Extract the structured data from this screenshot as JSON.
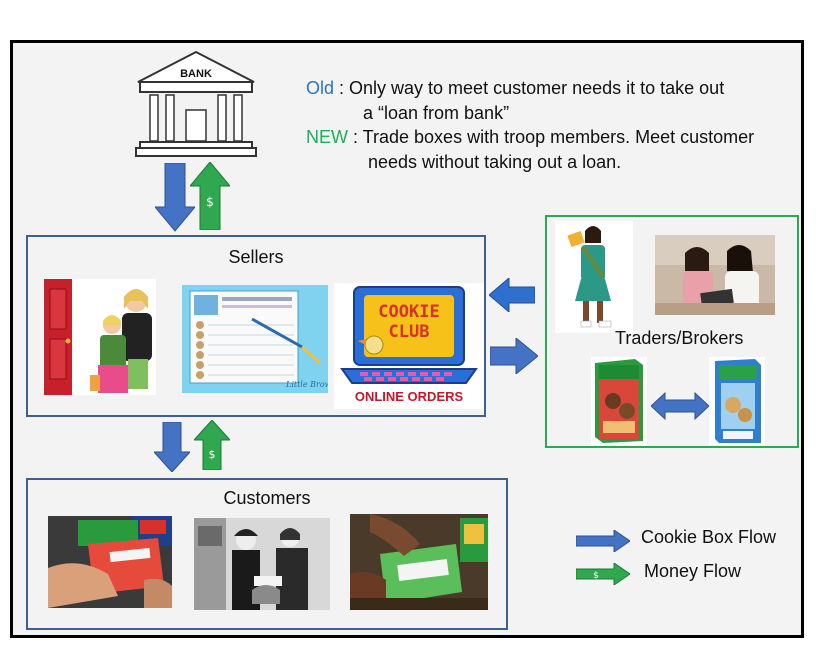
{
  "bank": {
    "label": "BANK"
  },
  "notes": {
    "old_keyword": "Old",
    "old_line1": " :  Only way to meet customer needs it to take out",
    "old_line2": "a “loan from bank”",
    "new_keyword": "NEW",
    "new_line1": " : Trade boxes with troop members.  Meet customer",
    "new_line2": "needs without taking out a loan."
  },
  "sellers": {
    "title": "Sellers",
    "cookie_club_line1": "COOKIE",
    "cookie_club_line2": "CLUB",
    "online_orders": "ONLINE ORDERS",
    "order_sheet_caption": "Little Brownie"
  },
  "traders": {
    "title": "Traders/Brokers"
  },
  "customers": {
    "title": "Customers"
  },
  "money_symbol": "$",
  "legend": {
    "cookie_box_flow": "Cookie Box Flow",
    "money_flow": "Money Flow"
  },
  "colors": {
    "cookie_flow_arrow": "#4472c4",
    "money_flow_arrow": "#2fa84f",
    "box_border_blue": "#3f5f8c",
    "box_border_green": "#2fa84f",
    "old_keyword": "#2e75b6",
    "new_keyword": "#1fae5a"
  }
}
